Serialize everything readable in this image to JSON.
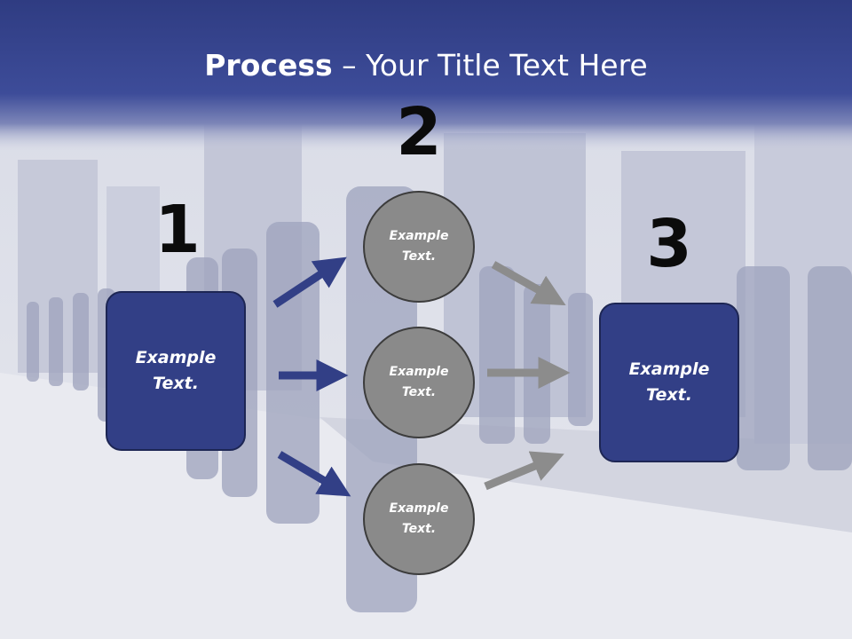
{
  "title": {
    "bold": "Process",
    "rest": " – Your Title Text Here"
  },
  "steps": [
    {
      "number": "1",
      "text": "Example\nText."
    },
    {
      "number": "2"
    },
    {
      "number": "3",
      "text": "Example\nText."
    }
  ],
  "circles": [
    {
      "text": "Example\nText."
    },
    {
      "text": "Example\nText."
    },
    {
      "text": "Example\nText."
    }
  ],
  "colors": {
    "header": "#3b4a96",
    "box_fill": "#323f86",
    "arrow_left": "#323f86",
    "arrow_right": "#8c8c8c",
    "circle_fill": "#8a8a8a"
  }
}
